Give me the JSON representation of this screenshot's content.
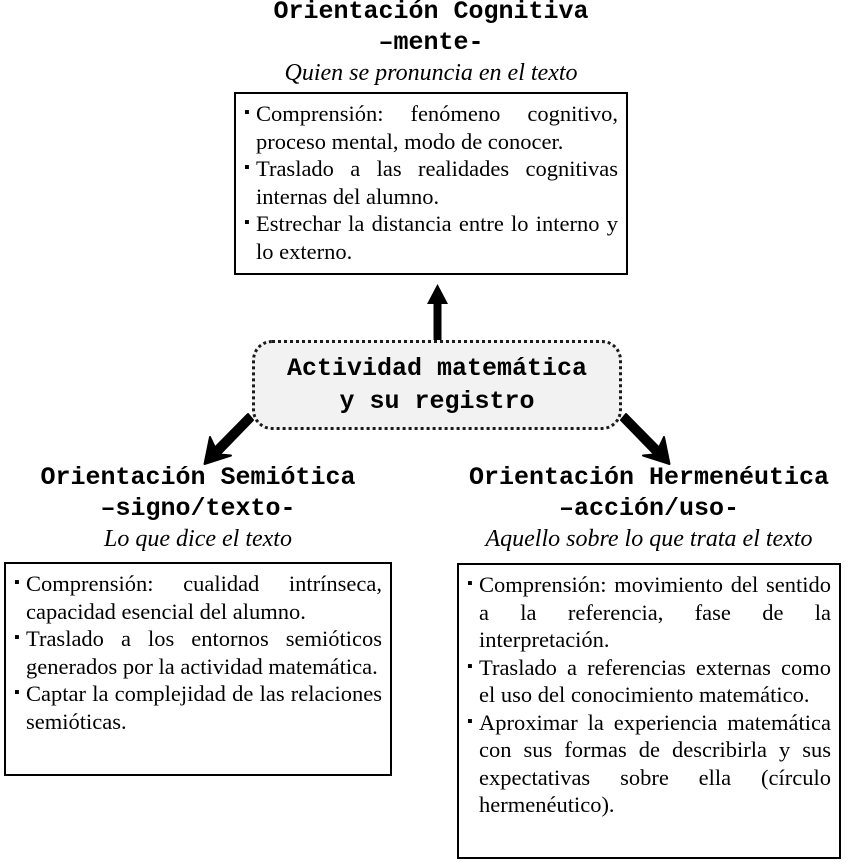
{
  "diagram": {
    "center": {
      "line1": "Actividad matemática",
      "line2": "y su registro",
      "fill_color": "#f2f2f2",
      "border_color": "#1a1a1a"
    },
    "branches": {
      "cognitive": {
        "title_line1": "Orientación Cognitiva",
        "title_line2": "–mente-",
        "subtitle": "Quien se pronuncia en el texto",
        "bullets": [
          "Comprensión: fenómeno cognitivo, proceso mental, modo de conocer.",
          "Traslado a las realidades cognitivas internas del alumno.",
          "Estrechar la distancia entre lo interno y lo externo."
        ]
      },
      "semiotic": {
        "title_line1": "Orientación Semiótica",
        "title_line2": "–signo/texto-",
        "subtitle": "Lo que dice el texto",
        "bullets": [
          "Comprensión: cualidad intrínseca, capacidad esencial del alumno.",
          "Traslado a los entornos semióticos generados por la actividad matemática.",
          "Captar la complejidad de las relaciones semióticas."
        ]
      },
      "hermeneutic": {
        "title_line1": "Orientación Hermenéutica",
        "title_line2": "–acción/uso-",
        "subtitle": "Aquello sobre lo que trata el texto",
        "bullets": [
          "Comprensión: movimiento del sentido a la referencia, fase de la interpretación.",
          "Traslado a referencias externas como el uso del conocimiento matemático.",
          "Aproximar la experiencia matemática con sus formas de describirla y sus expectativas sobre ella (círculo hermenéutico)."
        ]
      }
    },
    "arrows": {
      "up": "arrow-up-to-cognitive",
      "down_left": "arrow-down-left-to-semiotic",
      "down_right": "arrow-down-right-to-hermeneutic"
    }
  }
}
